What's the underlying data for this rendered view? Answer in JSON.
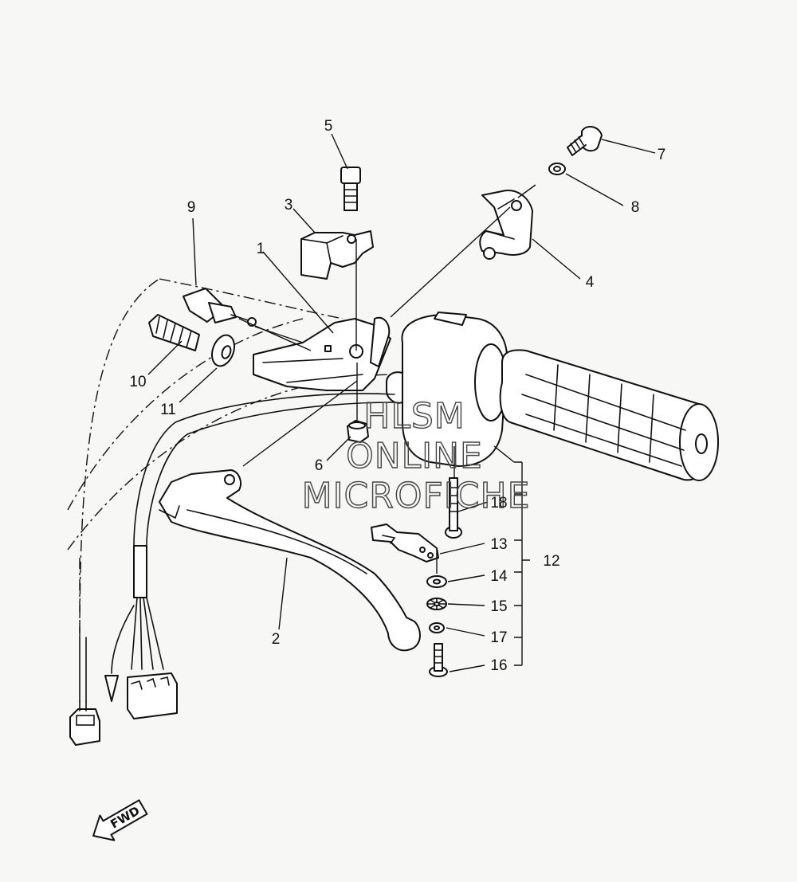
{
  "callouts": [
    {
      "id": "1",
      "label": "1"
    },
    {
      "id": "2",
      "label": "2"
    },
    {
      "id": "3",
      "label": "3"
    },
    {
      "id": "4",
      "label": "4"
    },
    {
      "id": "5",
      "label": "5"
    },
    {
      "id": "6",
      "label": "6"
    },
    {
      "id": "7",
      "label": "7"
    },
    {
      "id": "8",
      "label": "8"
    },
    {
      "id": "9",
      "label": "9"
    },
    {
      "id": "10",
      "label": "10"
    },
    {
      "id": "11",
      "label": "11"
    },
    {
      "id": "12",
      "label": "12"
    },
    {
      "id": "13",
      "label": "13"
    },
    {
      "id": "14",
      "label": "14"
    },
    {
      "id": "15",
      "label": "15"
    },
    {
      "id": "16",
      "label": "16"
    },
    {
      "id": "17",
      "label": "17"
    },
    {
      "id": "18",
      "label": "18"
    }
  ],
  "watermark": {
    "line1": "HLSM",
    "line2": "ONLINE",
    "line3": "MICROFICHE"
  },
  "direction_arrow": {
    "label": "FWD"
  }
}
